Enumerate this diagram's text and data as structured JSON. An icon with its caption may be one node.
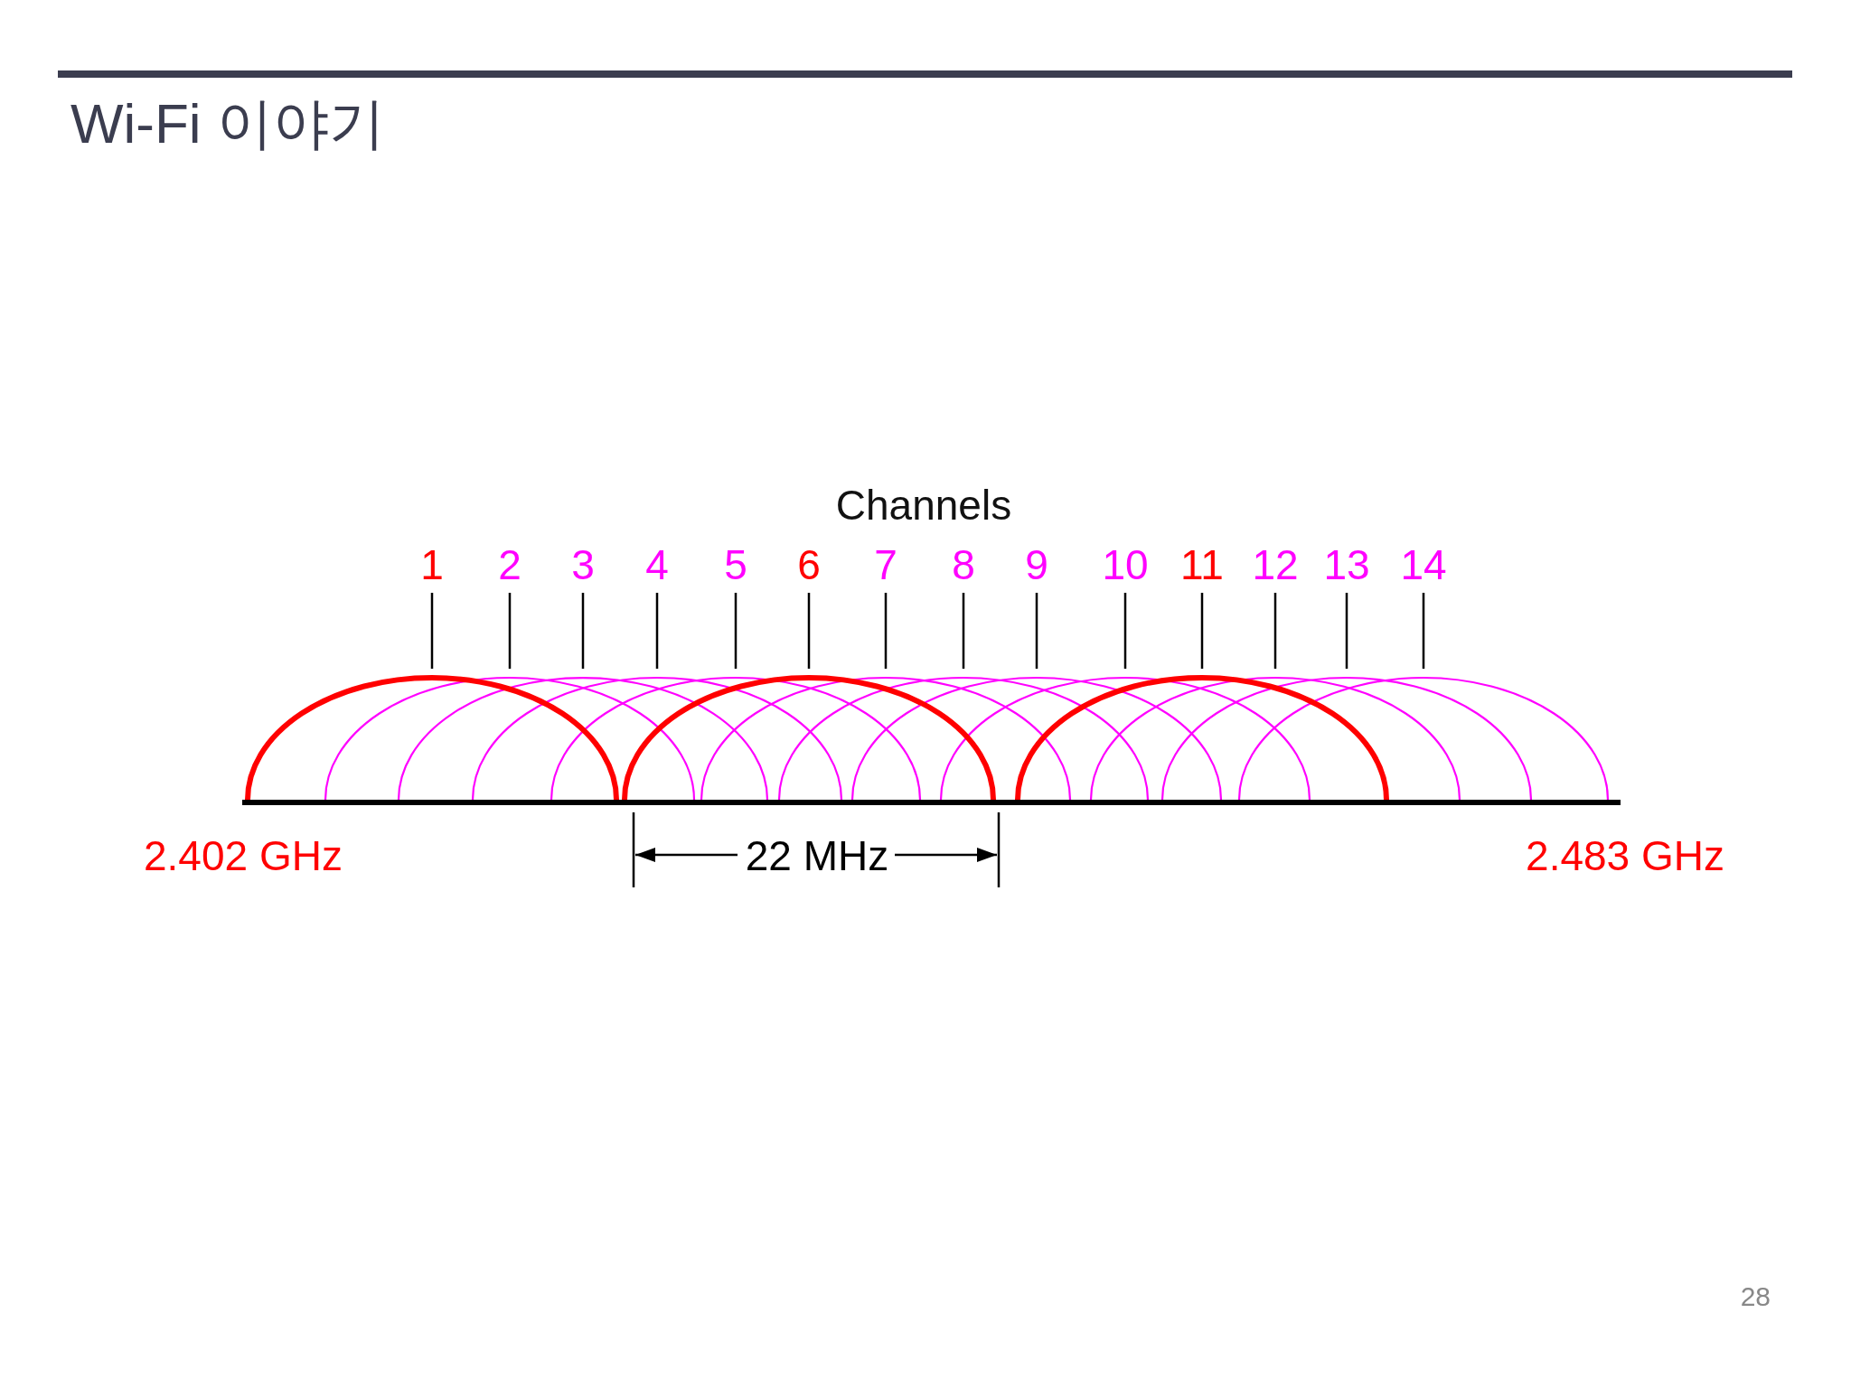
{
  "diagram": {
    "title": "Wi-Fi 이야기",
    "labels": [
      "Channels",
      "1",
      "2",
      "3",
      "4",
      "5",
      "6",
      "7",
      "8",
      "9",
      "10",
      "11",
      "12",
      "13",
      "14",
      "2.402 GHz",
      "22 MHz",
      "2.483 GHz",
      "28"
    ]
  }
}
